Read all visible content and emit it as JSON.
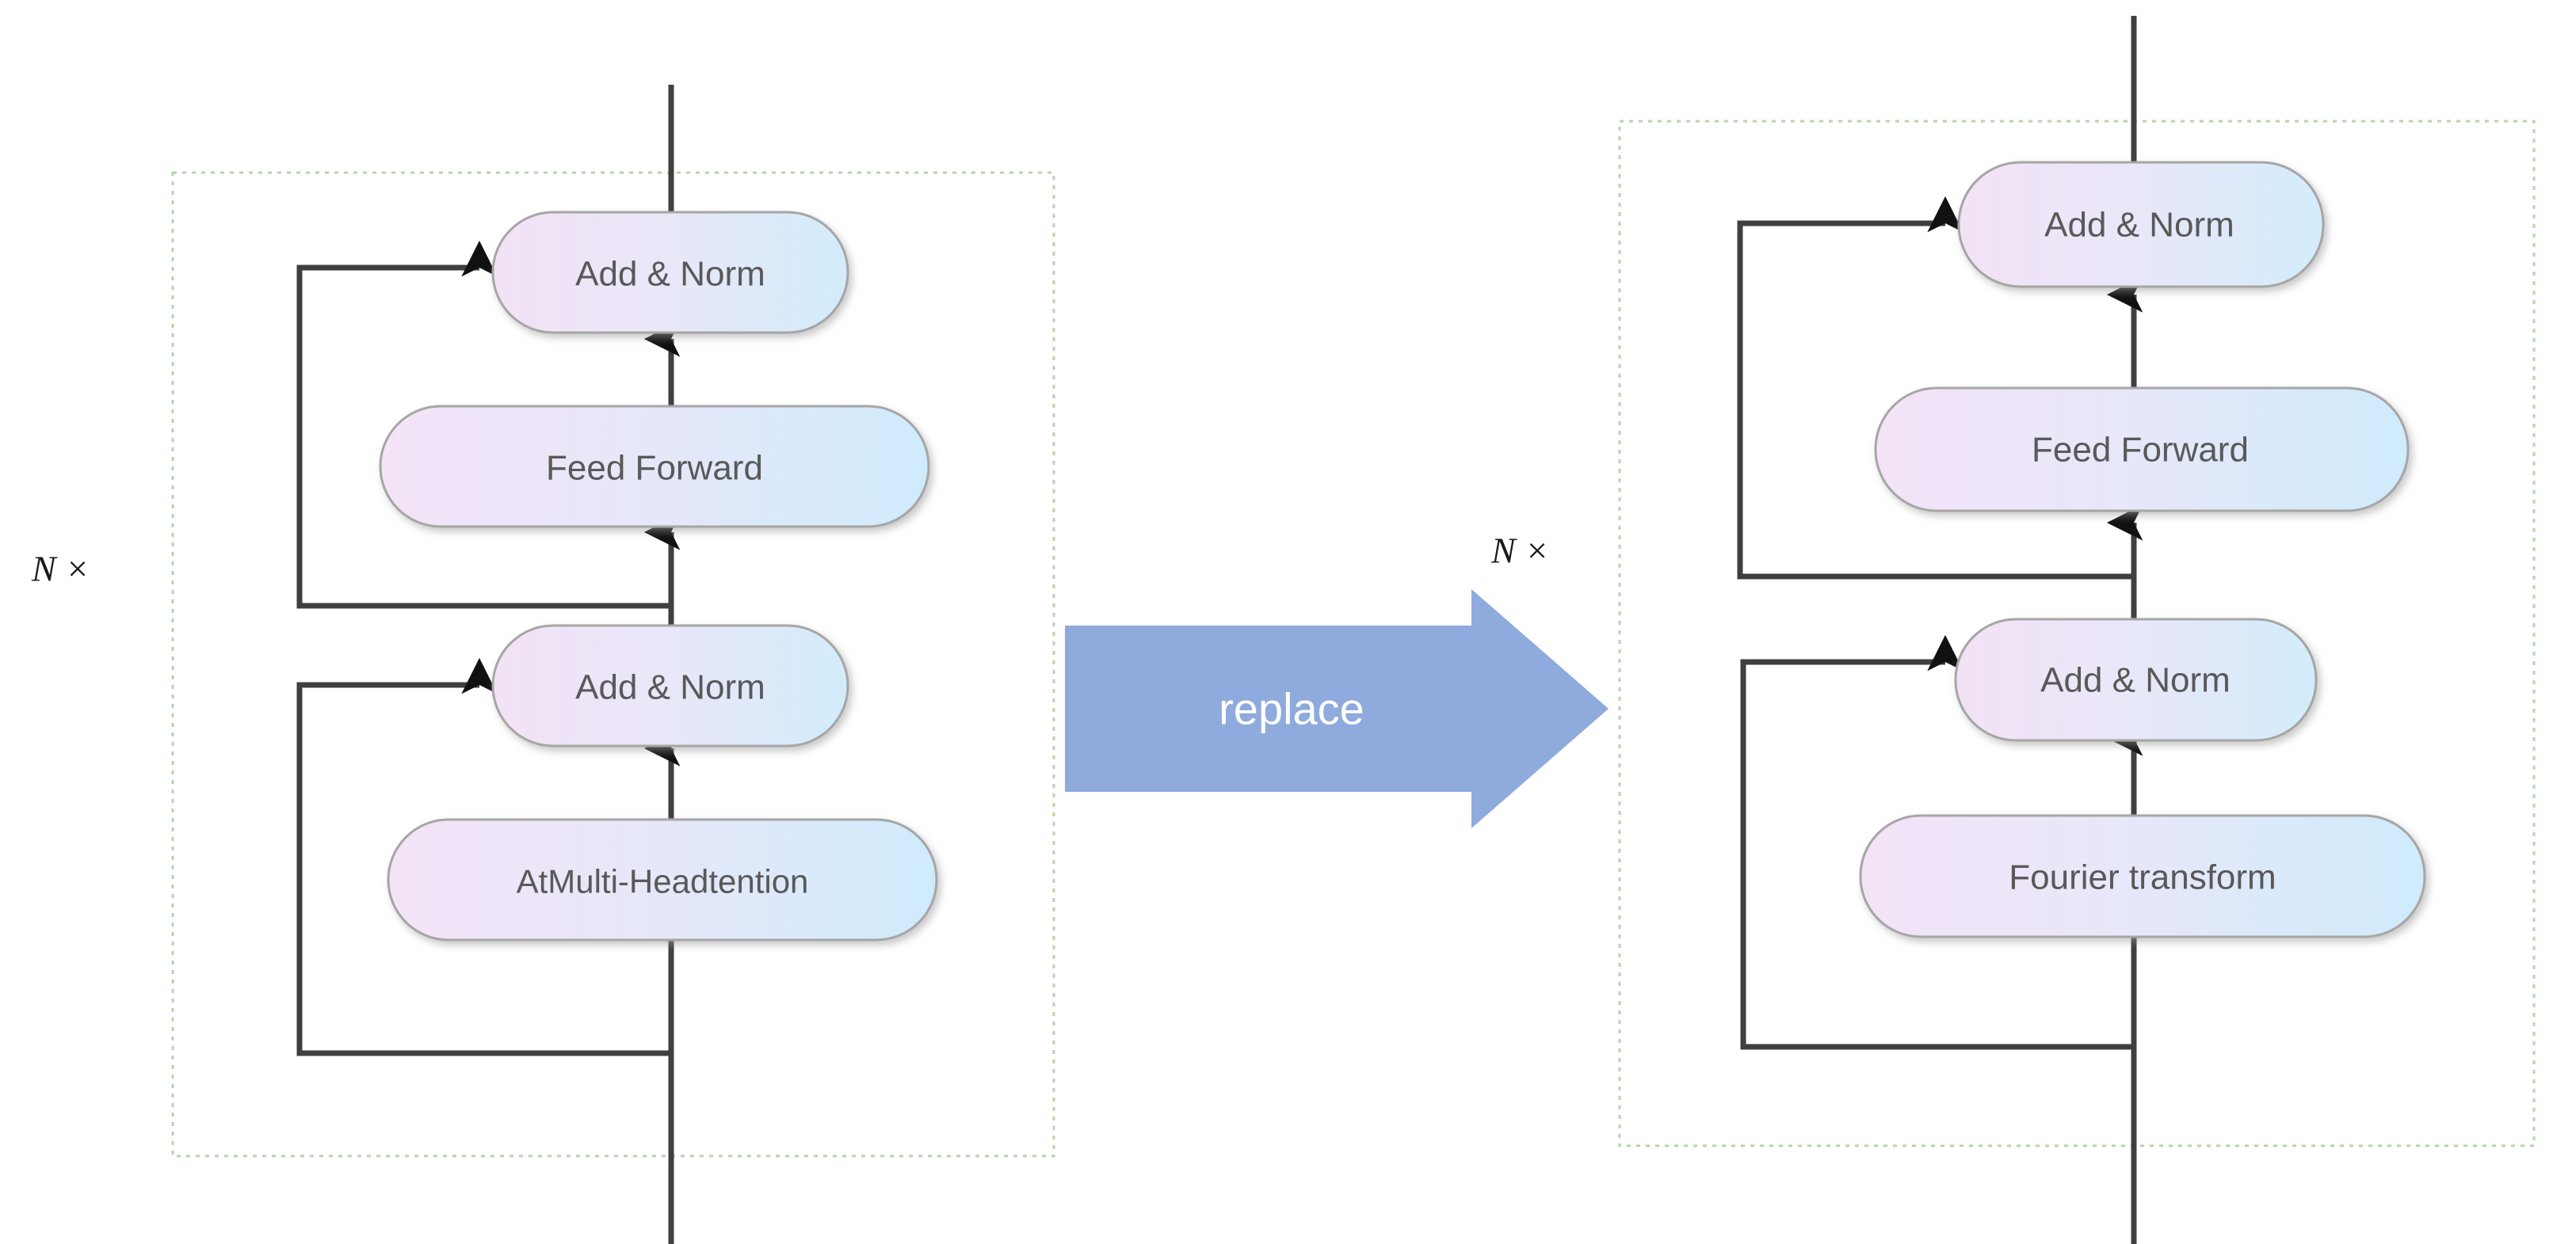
{
  "figure": {
    "type": "diagram",
    "subject": "transformer-encoder-block-replacement",
    "background_color": "#ffffff"
  },
  "palette": {
    "node_fill_start": "#f2e1f5",
    "node_fill_end": "#d4ecfa",
    "node_border": "#a6a6a6",
    "node_text": "#595959",
    "line": "#3f3f3f",
    "group_border": "#b5d6a7",
    "replace_arrow": "#8faadc",
    "replace_text": "#ffffff"
  },
  "left_panel": {
    "repeat_label": "N ×",
    "group_name": "transformer-encoder-layer",
    "nodes": [
      {
        "id": "add-norm-top",
        "label": "Add & Norm"
      },
      {
        "id": "feed-forward",
        "label": "Feed Forward"
      },
      {
        "id": "add-norm-bottom",
        "label": "Add & Norm"
      },
      {
        "id": "attention",
        "label": "AtMulti-Headtention"
      }
    ]
  },
  "middle": {
    "arrow_label": "replace",
    "arrow_direction": "right"
  },
  "right_panel": {
    "repeat_label": "N ×",
    "group_name": "fnet-encoder-layer",
    "nodes": [
      {
        "id": "add-norm-top",
        "label": "Add & Norm"
      },
      {
        "id": "feed-forward",
        "label": "Feed Forward"
      },
      {
        "id": "add-norm-bottom",
        "label": "Add & Norm"
      },
      {
        "id": "fourier",
        "label": "Fourier transform"
      }
    ]
  }
}
